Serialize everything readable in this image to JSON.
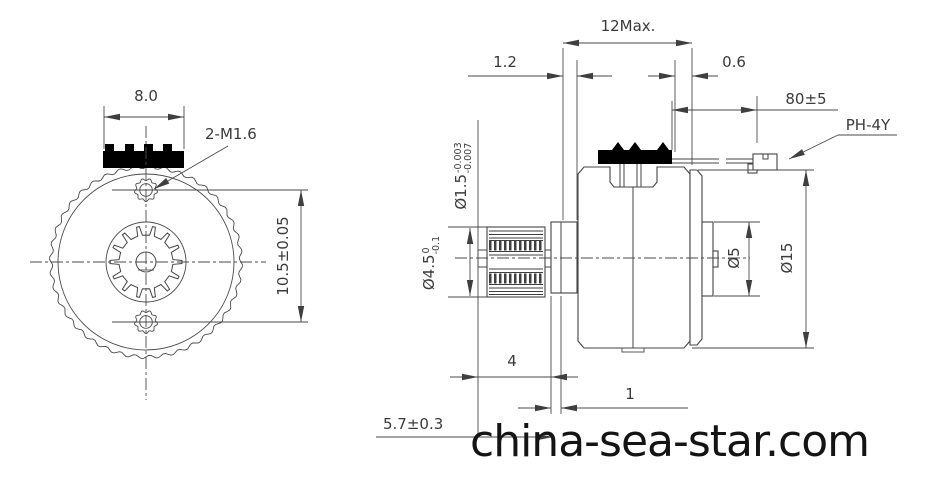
{
  "watermark": {
    "text": "china-sea-star.com"
  },
  "front_view": {
    "width_dim": "8.0",
    "screw_thread_label": "2-M1.6",
    "mounting_hole_spacing_dim": "10.5±0.05"
  },
  "side_view": {
    "body_length_dim": "12Max.",
    "front_flange_dim": "1.2",
    "rear_gap_dim": "0.6",
    "lead_wire_length_dim": "80±5",
    "connector_type_label": "PH-4Y",
    "shaft_dia": {
      "nominal": "Ø1.5",
      "tol_upper": "-0.003",
      "tol_lower": "-0.007"
    },
    "pinion_dia": {
      "nominal": "Ø4.5",
      "tol_upper": "0",
      "tol_lower": "-0.1"
    },
    "rear_boss_dia_dim": "Ø5",
    "body_dia_dim": "Ø15",
    "pinion_length_dim": "4",
    "washer_thickness_dim": "1",
    "shaft_length_dim": "5.7±0.3"
  }
}
